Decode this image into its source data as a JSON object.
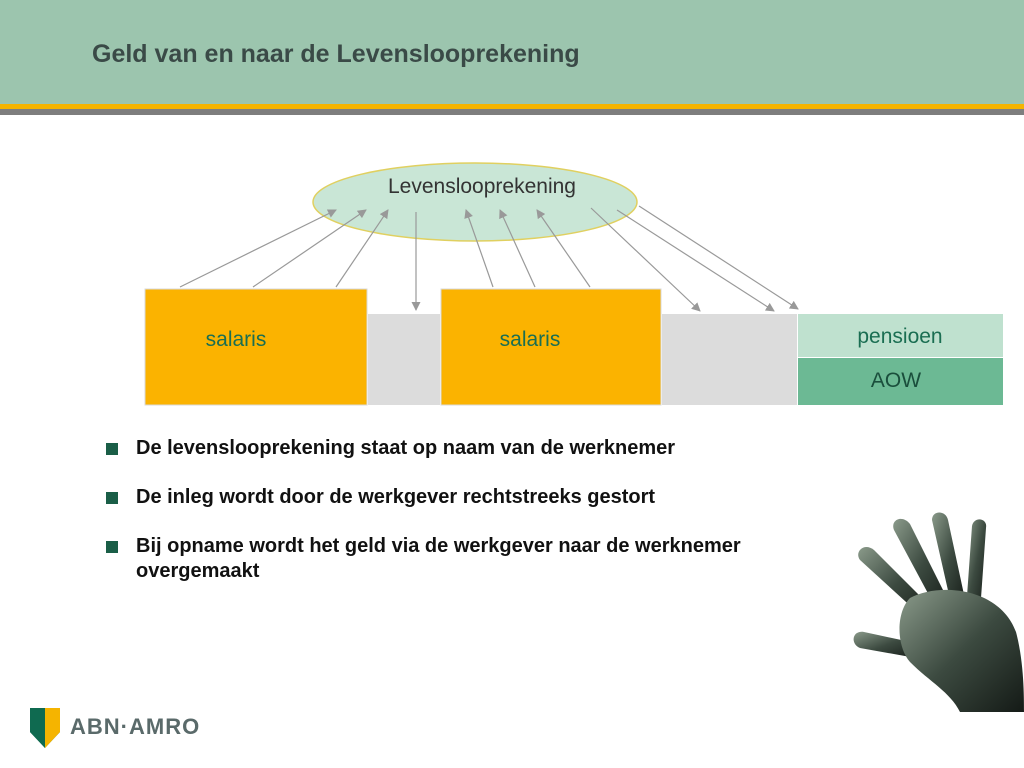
{
  "header": {
    "title": "Geld van en naar de Levenslooprekening"
  },
  "diagram": {
    "central_node": "Levenslooprekening",
    "boxes": {
      "salaris_1": "salaris",
      "salaris_2": "salaris",
      "pensioen": "pensioen",
      "aow": "AOW"
    }
  },
  "bullets": [
    "De levenslooprekening staat op naam van de werknemer",
    "De inleg wordt door de werkgever rechtstreeks gestort",
    "Bij opname wordt het geld via de werkgever naar de werknemer overgemaakt"
  ],
  "footer": {
    "logo_text": "ABN·AMRO"
  },
  "colors": {
    "header_bg": "#9cc5ae",
    "accent_yellow": "#f5b400",
    "salaris_box": "#fbb300",
    "gap_box": "#dcdcdc",
    "pensioen_box": "#bfe1cf",
    "aow_box": "#6cb994",
    "ellipse_fill": "#c9e6d6",
    "label_green": "#1a6e52"
  }
}
